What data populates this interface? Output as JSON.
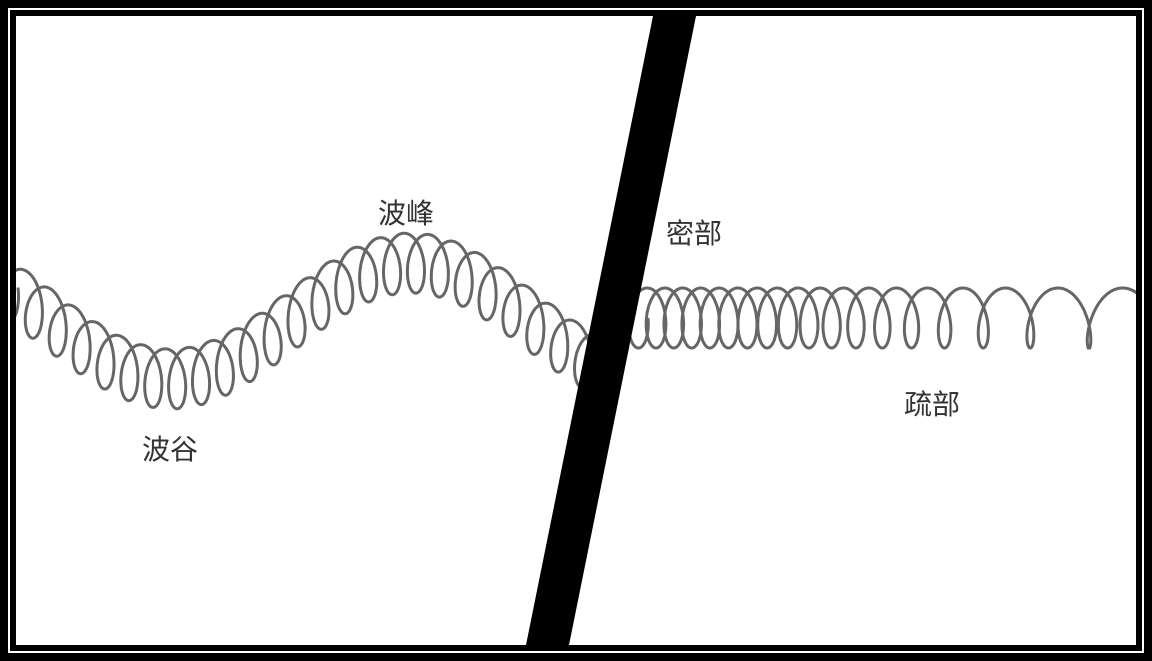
{
  "labels": {
    "crest": "波峰",
    "trough": "波谷",
    "compression": "密部",
    "rarefaction": "疏部"
  },
  "colors": {
    "background": "#ffffff",
    "frame": "#000000",
    "coil": "#666666",
    "divider": "#000000",
    "text": "#333333"
  }
}
